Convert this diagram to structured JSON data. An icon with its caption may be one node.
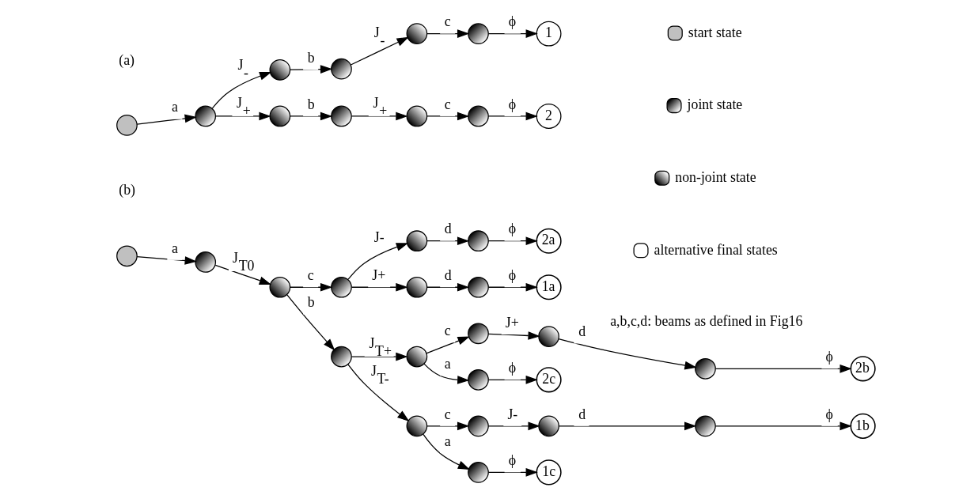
{
  "diagram": {
    "nodes": [
      {
        "text": [],
        "shape": "circle"
      },
      {
        "text": [],
        "shape": "circle"
      },
      {
        "text": [],
        "shape": "circle"
      },
      {
        "text": [],
        "shape": "circle"
      },
      {
        "text": [],
        "shape": "circle"
      },
      {
        "text": [],
        "shape": "circle"
      },
      {
        "text": [
          "1"
        ]
      },
      {
        "text": [],
        "shape": "circle"
      },
      {
        "text": [],
        "shape": "circle"
      },
      {
        "text": [],
        "shape": "circle"
      },
      {
        "text": [],
        "shape": "circle"
      },
      {
        "text": [
          "2"
        ]
      },
      {
        "text": [],
        "shape": "circle"
      },
      {
        "text": [],
        "shape": "circle"
      },
      {
        "text": [],
        "shape": "circle"
      },
      {
        "text": [],
        "shape": "circle"
      },
      {
        "text": [],
        "shape": "circle"
      },
      {
        "text": [],
        "shape": "circle"
      },
      {
        "text": [
          "2a"
        ]
      },
      {
        "text": [],
        "shape": "circle"
      },
      {
        "text": [],
        "shape": "circle"
      },
      {
        "text": [
          "1a"
        ]
      },
      {
        "text": [],
        "shape": "circle"
      },
      {
        "text": [],
        "shape": "circle"
      },
      {
        "text": [],
        "shape": "circle"
      },
      {
        "text": [],
        "shape": "circle"
      },
      {
        "text": [],
        "shape": "circle"
      },
      {
        "text": [
          "2b"
        ]
      },
      {
        "text": [],
        "shape": "circle"
      },
      {
        "text": [
          "2c"
        ]
      },
      {
        "text": [],
        "shape": "circle"
      },
      {
        "text": [],
        "shape": "circle"
      },
      {
        "text": [],
        "shape": "circle"
      },
      {
        "text": [],
        "shape": "circle"
      },
      {
        "text": [
          "1b"
        ]
      },
      {
        "text": [],
        "shape": "circle"
      },
      {
        "text": [
          "1c"
        ]
      }
    ],
    "edges": [
      {
        "from": 0,
        "to": 1,
        "arrow": "to",
        "label": "a"
      },
      {
        "from": 1,
        "to": 2,
        "arrow": "to",
        "label": "J$_{-}$"
      },
      {
        "from": 2,
        "to": 3,
        "arrow": "to",
        "label": "b"
      },
      {
        "from": 3,
        "to": 4,
        "arrow": "to",
        "label": "J$_{-}$"
      },
      {
        "from": 4,
        "to": 5,
        "arrow": "to",
        "label": "c"
      },
      {
        "from": 5,
        "to": 6,
        "arrow": "to",
        "label": "ϕ"
      },
      {
        "from": 1,
        "to": 7,
        "arrow": "to",
        "label": "J$_{+}$"
      },
      {
        "from": 7,
        "to": 8,
        "arrow": "to",
        "label": "b"
      },
      {
        "from": 8,
        "to": 9,
        "arrow": "to",
        "label": "J$_{+}$"
      },
      {
        "from": 9,
        "to": 10,
        "arrow": "to",
        "label": "c"
      },
      {
        "from": 10,
        "to": 11,
        "arrow": "to",
        "label": "ϕ"
      },
      {
        "from": 12,
        "to": 13,
        "arrow": "to",
        "label": "a"
      },
      {
        "from": 13,
        "to": 14,
        "arrow": "to",
        "label": "J$_{T0}$"
      },
      {
        "from": 14,
        "to": 15,
        "arrow": "to",
        "label": "c"
      },
      {
        "from": 15,
        "to": 16,
        "arrow": "to",
        "label": "J-"
      },
      {
        "from": 16,
        "to": 17,
        "arrow": "to",
        "label": "d"
      },
      {
        "from": 17,
        "to": 18,
        "arrow": "to",
        "label": "ϕ"
      },
      {
        "from": 15,
        "to": 19,
        "arrow": "to",
        "label": "J+"
      },
      {
        "from": 19,
        "to": 20,
        "arrow": "to",
        "label": "d"
      },
      {
        "from": 20,
        "to": 21,
        "arrow": "to",
        "label": "ϕ"
      },
      {
        "from": 14,
        "to": 22,
        "arrow": "to",
        "label": "b"
      },
      {
        "from": 22,
        "to": 23,
        "arrow": "to",
        "label": "J$_{T+}$"
      },
      {
        "from": 23,
        "to": 24,
        "arrow": "to",
        "label": "c"
      },
      {
        "from": 24,
        "to": 25,
        "arrow": "to",
        "label": "J+"
      },
      {
        "from": 25,
        "to": 26,
        "arrow": "to",
        "label": "d"
      },
      {
        "from": 26,
        "to": 27,
        "arrow": "to",
        "label": "ϕ"
      },
      {
        "from": 23,
        "to": 28,
        "arrow": "to",
        "label": "a"
      },
      {
        "from": 28,
        "to": 29,
        "arrow": "to",
        "label": "ϕ"
      },
      {
        "from": 22,
        "to": 30,
        "arrow": "to",
        "label": "J$_{T-}$"
      },
      {
        "from": 30,
        "to": 31,
        "arrow": "to",
        "label": "c"
      },
      {
        "from": 31,
        "to": 32,
        "arrow": "to",
        "label": "J-"
      },
      {
        "from": 32,
        "to": 33,
        "arrow": "to",
        "label": "d"
      },
      {
        "from": 33,
        "to": 34,
        "arrow": "to",
        "label": "ϕ"
      },
      {
        "from": 30,
        "to": 35,
        "arrow": "to",
        "label": "a"
      },
      {
        "from": 35,
        "to": 36,
        "arrow": "to",
        "label": "ϕ"
      }
    ],
    "labels": [
      "(a)",
      "(b)",
      "a,b,c,d: beams as defined in Fig16"
    ],
    "legend": [
      {
        "text": "start state",
        "color": "#c0c0c0"
      },
      {
        "text": "joint state"
      },
      {
        "text": "non-joint state"
      },
      {
        "text": "alternative final states"
      }
    ]
  }
}
